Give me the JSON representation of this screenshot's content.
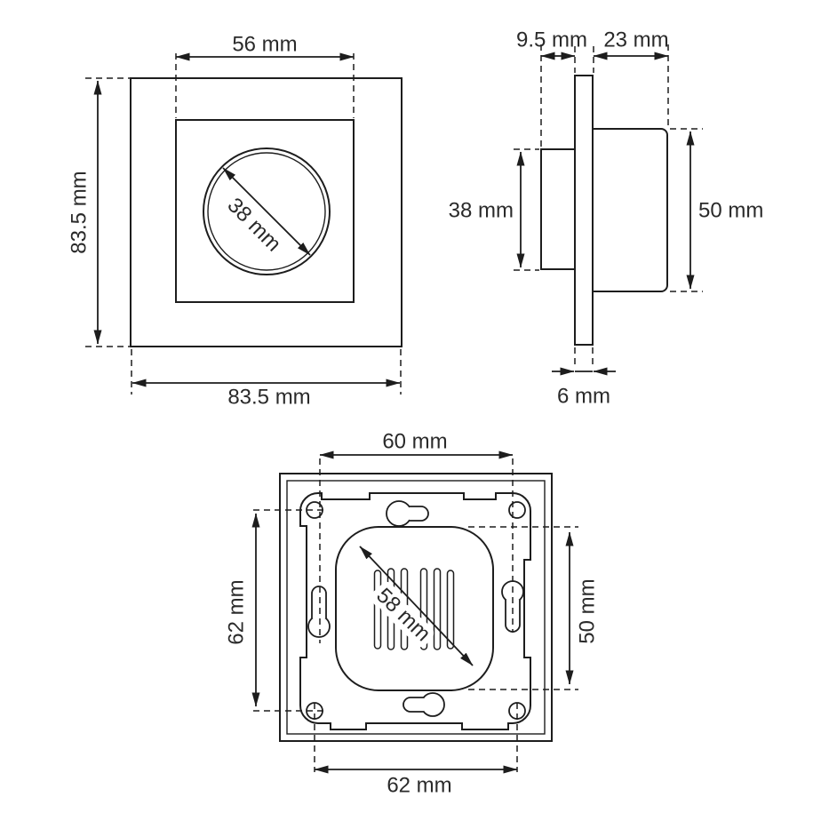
{
  "drawing": {
    "front": {
      "inner_width": "56 mm",
      "outer_height": "83.5 mm",
      "outer_width": "83.5 mm",
      "knob_diameter": "38 mm"
    },
    "side": {
      "knob_depth": "9.5 mm",
      "box_depth": "23 mm",
      "knob_height": "38 mm",
      "box_height": "50 mm",
      "plate_thickness": "6 mm"
    },
    "back": {
      "keyhole_spacing": "60 mm",
      "screw_spacing_vertical": "62 mm",
      "mechanism_height": "50 mm",
      "screw_spacing_horizontal": "62 mm",
      "mechanism_diagonal": "58 mm"
    }
  },
  "colors": {
    "line": "#1d1d1d",
    "text": "#2a2a2a",
    "background": "#ffffff"
  }
}
